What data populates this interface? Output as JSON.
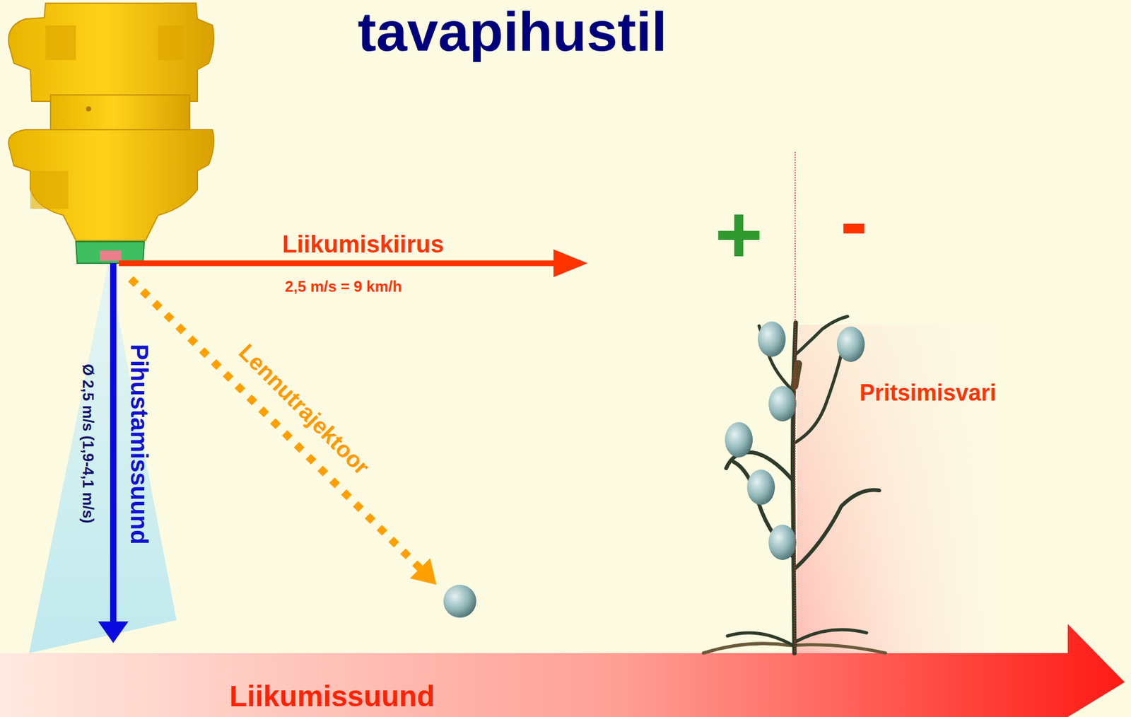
{
  "diagram": {
    "title": "tavapihustil",
    "labels": [
      "Liikumiskiirus",
      "2,5 m/s = 9 km/h",
      "Pihustamissuund",
      "Ø 2,5 m/s (1,9-4,1 m/s)",
      "Lennutrajektoor",
      "+",
      "-",
      "Pritsimisvari",
      "Liikumissuund"
    ]
  }
}
